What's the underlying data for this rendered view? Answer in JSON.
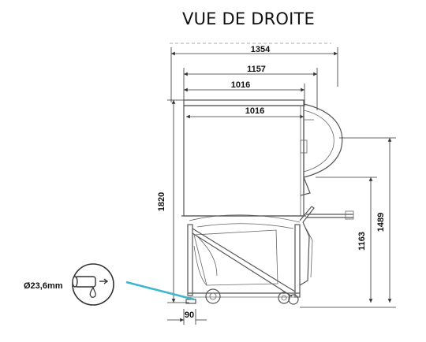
{
  "title": "VUE DE DROITE",
  "dimensions": {
    "top_overall": "1354",
    "top_mid": "1157",
    "top_inner": "1016",
    "body_inner": "1016",
    "height_total": "1820",
    "height_table": "1163",
    "height_hood": "1489",
    "base_offset": "90"
  },
  "drain": {
    "diameter_label": "Ø23,6mm",
    "icon": "drain-pipe-icon"
  },
  "colors": {
    "leader_line": "#3fb6cf",
    "drawing_lines": "#555555"
  }
}
